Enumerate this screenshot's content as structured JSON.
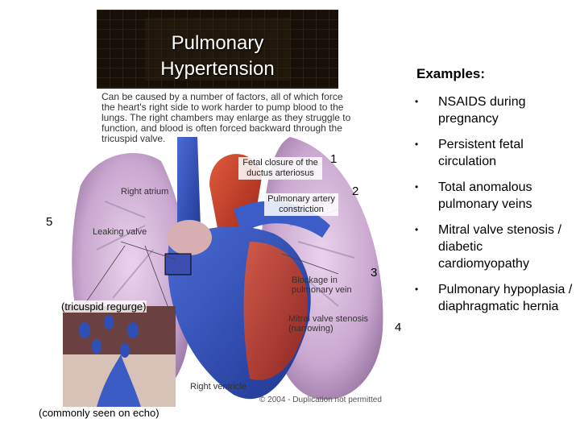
{
  "title": {
    "line1": "Pulmonary",
    "line2": "Hypertension"
  },
  "caption": "Can be caused by a number of factors, all of which force the heart's right side to work harder to pump blood to the lungs. The right chambers may enlarge as they struggle to function, and blood is often forced backward through the tricuspid valve.",
  "illustration_labels": {
    "right_atrium": "Right atrium",
    "leaking_valve": "Leaking valve",
    "blockage": "Blockage in pulmonary vein",
    "mitral": "Mitral valve stenosis (narrowing)",
    "right_ventricle": "Right ventricle",
    "copyright": "© 2004 - Duplication not permitted"
  },
  "annotations": {
    "fetal_closure": "Fetal closure of the ductus arteriosus",
    "pa_constriction": "Pulmonary artery constriction",
    "tricuspid": "(tricuspid regurge)",
    "echo": "(commonly seen on echo)"
  },
  "numbers": {
    "n1": "1",
    "n2": "2",
    "n3": "3",
    "n4": "4",
    "n5": "5"
  },
  "examples": {
    "heading": "Examples:",
    "bullet": "•",
    "items": [
      "NSAIDS during pregnancy",
      "Persistent fetal circulation",
      "Total anomalous pulmonary veins",
      "Mitral valve stenosis / diabetic cardiomyopathy",
      "Pulmonary hypoplasia / diaphragmatic hernia"
    ]
  },
  "colors": {
    "lung": "#c9a6cf",
    "heart_right": "#2f4fb8",
    "heart_left": "#c33a2a",
    "title_bg": "#161008"
  }
}
